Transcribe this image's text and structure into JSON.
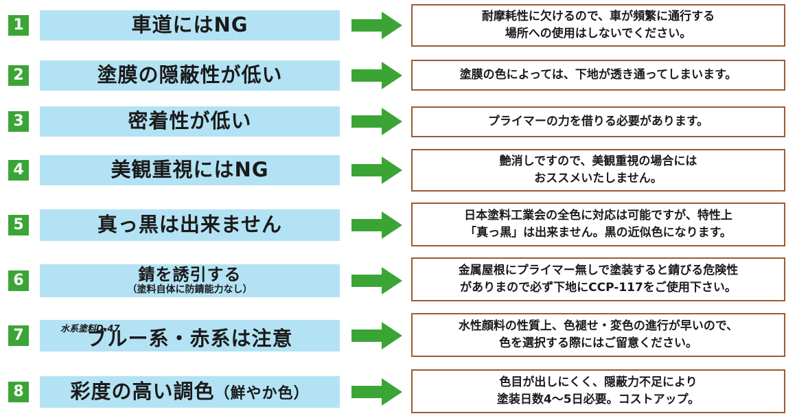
{
  "colors": {
    "number_bg": "#3aa535",
    "label_bg": "#b3e2f4",
    "arrow": "#3aa535",
    "box_border": "#9a5a33"
  },
  "rows": [
    {
      "num": "1",
      "label": "車道にはNG",
      "desc": [
        "耐摩耗性に欠けるので、車が頻繁に通行する",
        "場所への使用はしないでください。"
      ]
    },
    {
      "num": "2",
      "label": "塗膜の隠蔽性が低い",
      "desc": [
        "塗膜の色によっては、下地が透き通ってしまいます。"
      ]
    },
    {
      "num": "3",
      "label": "密着性が低い",
      "desc": [
        "プライマーの力を借りる必要があります。"
      ]
    },
    {
      "num": "4",
      "label": "美観重視にはNG",
      "desc": [
        "艶消しですので、美観重視の場合には",
        "おススメいたしません。"
      ]
    },
    {
      "num": "5",
      "label": "真っ黒は出来ません",
      "desc": [
        "日本塗料工業会の全色に対応は可能ですが、特性上",
        "「真っ黒」は出来ません。黒の近似色になります。"
      ]
    },
    {
      "num": "6",
      "label": "錆を誘引する",
      "sub": "（塗料自体に防錆能力なし）",
      "desc": [
        "金属屋根にプライマー無しで塗装すると錆びる危険性",
        "がありまので必ず下地にCCP-117をご使用下さい。"
      ]
    },
    {
      "num": "7",
      "pre": "水系塗料D-47",
      "label": "ブルー系・赤系は注意",
      "desc": [
        "水性顔料の性質上、色褪せ・変色の進行が早いので、",
        "色を選択する際にはご留意ください。"
      ]
    },
    {
      "num": "8",
      "label": "彩度の高い調色",
      "suffix": "（鮮やか色）",
      "desc": [
        "色目が出しにくく、隠蔽力不足により",
        "塗装日数4～5日必要。コストアップ。"
      ]
    }
  ]
}
